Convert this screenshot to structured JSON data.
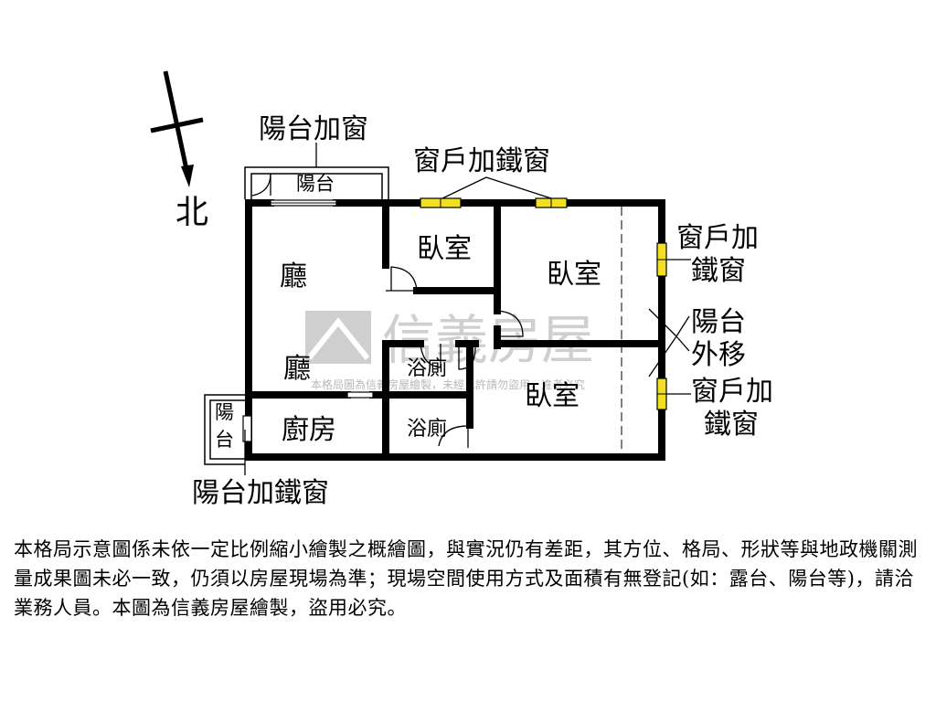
{
  "compass": {
    "north_label": "北"
  },
  "rooms": {
    "living_1": "廳",
    "living_2": "廳",
    "bedroom_small": "臥室",
    "bedroom_right": "臥室",
    "bedroom_bottom": "臥室",
    "bathroom_1": "浴廁",
    "bathroom_2": "浴廁",
    "kitchen": "廚房",
    "balcony_top": "陽台",
    "balcony_left_1": "陽",
    "balcony_left_2": "台"
  },
  "annotations": {
    "balcony_window": "陽台加窗",
    "window_iron_top": "窗戶加鐵窗",
    "window_iron_right_1_a": "窗戶加",
    "window_iron_right_1_b": "鐵窗",
    "balcony_moved_a": "陽台",
    "balcony_moved_b": "外移",
    "window_iron_right_2_a": "窗戶加",
    "window_iron_right_2_b": "鐵窗",
    "balcony_iron_window": "陽台加鐵窗"
  },
  "watermark": {
    "brand": "信義房屋",
    "notice": "本格局圖為信義房屋繪製，未經允許請勿盜用，違者必究"
  },
  "colors": {
    "wall": "#000000",
    "window_fill": "#f2e020",
    "watermark": "#c8c8c8"
  },
  "disclaimer": "本格局示意圖係未依一定比例縮小繪製之概繪圖，與實況仍有差距，其方位、格局、形狀等與地政機關測量成果圖未必一致，仍須以房屋現場為準；現場空間使用方式及面積有無登記(如：露台、陽台等)，請洽業務人員。本圖為信義房屋繪製，盜用必究。"
}
